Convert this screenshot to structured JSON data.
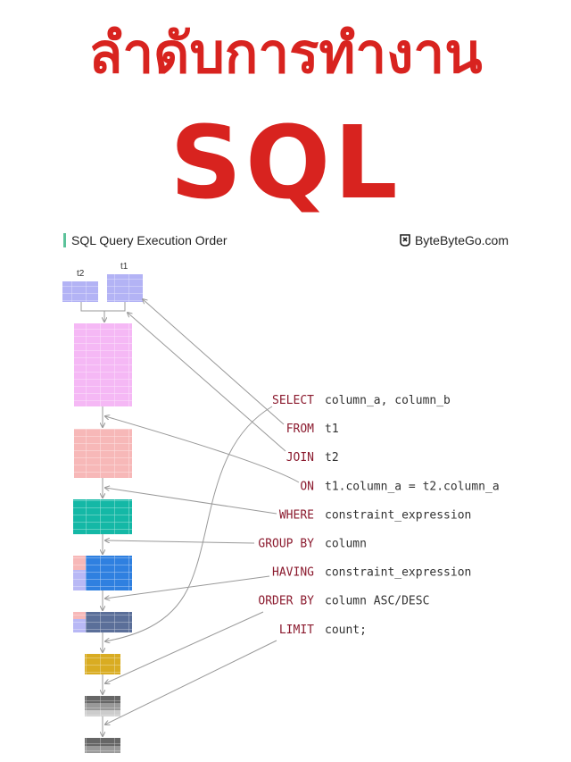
{
  "title_thai": "ลำดับการทำงาน",
  "title_sql": "SQL",
  "diagram_title": "SQL Query Execution Order",
  "brand": "ByteByteGo.com",
  "tables": {
    "t1": "t1",
    "t2": "t2"
  },
  "clauses": [
    {
      "keyword": "SELECT",
      "arg": "column_a, column_b"
    },
    {
      "keyword": "FROM",
      "arg": "t1"
    },
    {
      "keyword": "JOIN",
      "arg": "t2"
    },
    {
      "keyword": "ON",
      "arg": "t1.column_a = t2.column_a"
    },
    {
      "keyword": "WHERE",
      "arg": "constraint_expression"
    },
    {
      "keyword": "GROUP BY",
      "arg": "column"
    },
    {
      "keyword": "HAVING",
      "arg": "constraint_expression"
    },
    {
      "keyword": "ORDER BY",
      "arg": "column ASC/DESC"
    },
    {
      "keyword": "LIMIT",
      "arg": "count;"
    }
  ],
  "colors": {
    "title": "#d8231f",
    "keyword": "#8b1a2e",
    "accent": "#5cc29a"
  }
}
